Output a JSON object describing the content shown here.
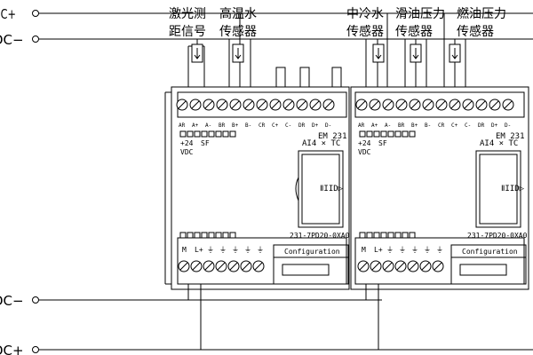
{
  "rails": {
    "top_plus": "DC+",
    "top_minus": "DC−",
    "bottom_minus": "DC−",
    "bottom_plus": "DC+"
  },
  "sensors": {
    "s1": {
      "line1": "激光测",
      "line2": "距信号"
    },
    "s2": {
      "line1": "高温水",
      "line2": "传感器"
    },
    "s3": {
      "line1": "中冷水",
      "line2": "传感器"
    },
    "s4": {
      "line1": "滑油压力",
      "line2": "传感器"
    },
    "s5": {
      "line1": "燃油压力",
      "line2": "传感器"
    }
  },
  "module1": {
    "terminal_labels": [
      "AR",
      "A+",
      "A-",
      "BR",
      "B+",
      "B-",
      "CR",
      "C+",
      "C-",
      "DR",
      "D+",
      "D-"
    ],
    "power_label": "+24",
    "sf_label": "SF",
    "vdc_label": "VDC",
    "model": "EM 231",
    "spec": "AI4 × TC",
    "part_number": "231-7PD20-0XA0",
    "bottom_terminal_labels": [
      "M",
      "L+",
      "⏚",
      "⏚",
      "⏚",
      "⏚",
      "⏚"
    ],
    "config_label": "Configuration",
    "slot_label": "ⅡIID▷"
  },
  "module2": {
    "terminal_labels": [
      "AR",
      "A+",
      "A-",
      "BR",
      "B+",
      "B-",
      "CR",
      "C+",
      "C-",
      "DR",
      "D+",
      "D-"
    ],
    "power_label": "+24",
    "sf_label": "SF",
    "vdc_label": "VDC",
    "model": "EM 231",
    "spec": "AI4 × TC",
    "part_number": "231-7PD20-0XA0",
    "bottom_terminal_labels": [
      "M",
      "L+",
      "⏚",
      "⏚",
      "⏚",
      "⏚",
      "⏚"
    ],
    "config_label": "Configuration",
    "slot_label": "ⅡIID▷"
  }
}
